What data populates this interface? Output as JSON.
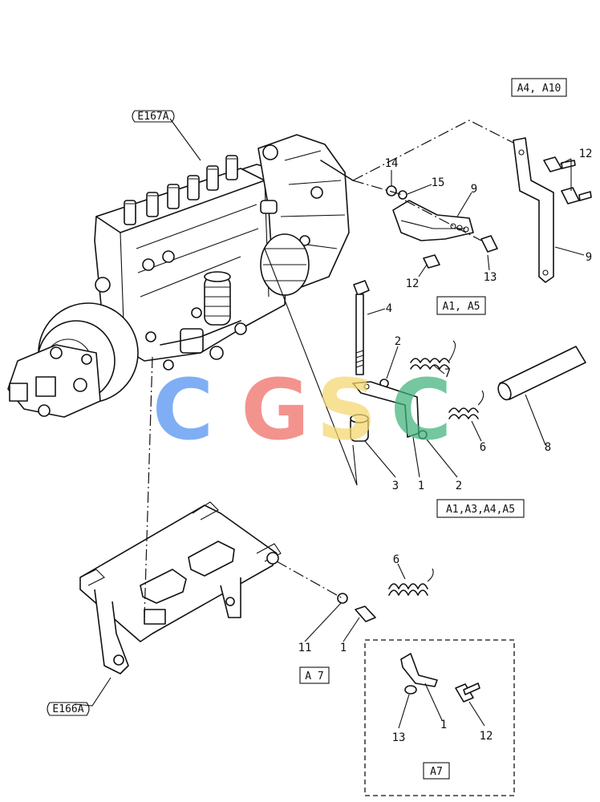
{
  "refs": {
    "e167a": "E167A",
    "e166a": "E166A"
  },
  "groups": {
    "a4_a10": "A4, A10",
    "a1_a5": "A1, A5",
    "a1_a3_a4_a5": "A1,A3,A4,A5",
    "a7_main": "A 7",
    "a7_inset": "A7"
  },
  "callouts": {
    "c14": "14",
    "c15": "15",
    "c9_bracket": "9",
    "c12_right": "12",
    "c9_right": "9",
    "c12_lower": "12",
    "c13_top": "13",
    "c4": "4",
    "c2_top": "2",
    "c7": "7",
    "c6_right": "6",
    "c8": "8",
    "c3": "3",
    "c1_mid": "1",
    "c2_mid": "2",
    "c6_lower": "6",
    "c11": "11",
    "c1_lower": "1",
    "c1_inset": "1",
    "c13_inset": "13",
    "c12_inset": "12"
  },
  "watermark": {
    "letters": [
      "C",
      "G",
      "S",
      "C"
    ],
    "colors": [
      "#4f8ff0",
      "#ef6a64",
      "#f5d66b",
      "#3fb27a"
    ]
  }
}
